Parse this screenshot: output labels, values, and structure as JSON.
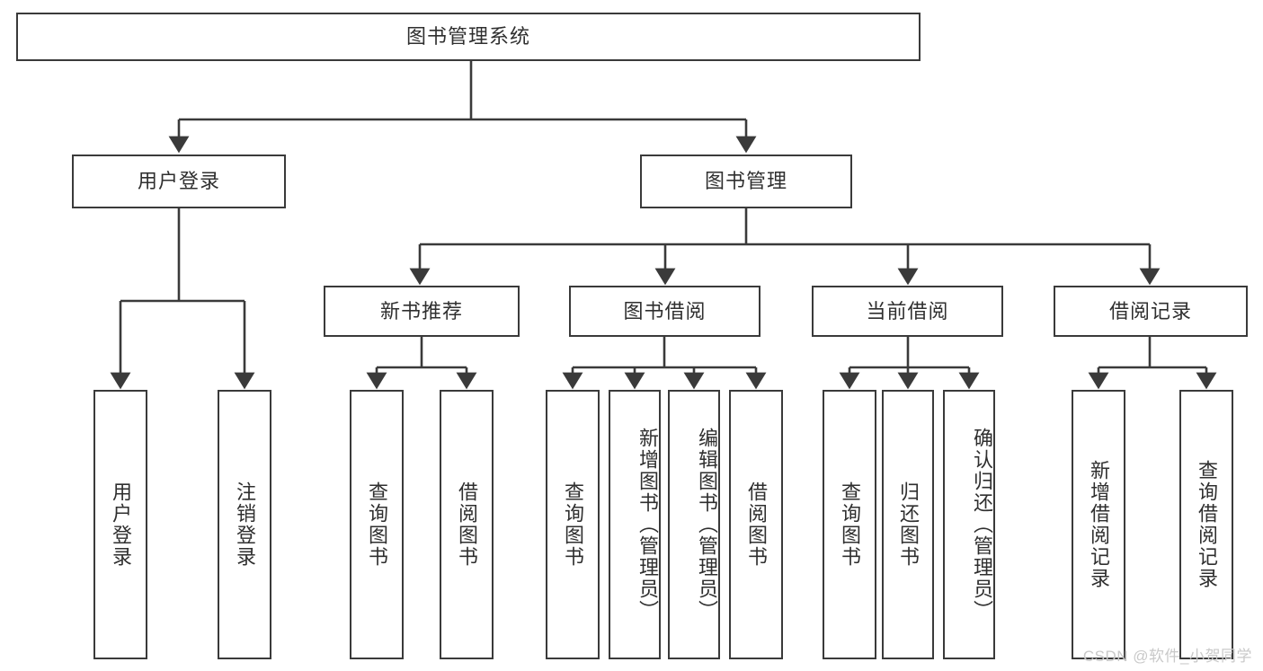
{
  "diagram": {
    "title": "图书管理系统",
    "type": "hierarchy-tree",
    "root": {
      "id": "root",
      "label": "图书管理系统"
    },
    "level2": [
      {
        "id": "user-login",
        "label": "用户登录"
      },
      {
        "id": "book-management",
        "label": "图书管理"
      }
    ],
    "level3": [
      {
        "id": "new-book-recommend",
        "label": "新书推荐"
      },
      {
        "id": "book-borrow",
        "label": "图书借阅"
      },
      {
        "id": "current-borrow",
        "label": "当前借阅"
      },
      {
        "id": "borrow-record",
        "label": "借阅记录"
      }
    ],
    "leaves": {
      "user_login": [
        {
          "id": "leaf-user-login",
          "label": "用户登录"
        },
        {
          "id": "leaf-logout",
          "label": "注销登录"
        }
      ],
      "new_book_recommend": [
        {
          "id": "leaf-query-book-1",
          "label": "查询图书"
        },
        {
          "id": "leaf-borrow-book-1",
          "label": "借阅图书"
        }
      ],
      "book_borrow": [
        {
          "id": "leaf-query-book-2",
          "label": "查询图书"
        },
        {
          "id": "leaf-add-book-admin",
          "label": "新增图书（管理员）"
        },
        {
          "id": "leaf-edit-book-admin",
          "label": "编辑图书（管理员）"
        },
        {
          "id": "leaf-borrow-book-2",
          "label": "借阅图书"
        }
      ],
      "current_borrow": [
        {
          "id": "leaf-query-book-3",
          "label": "查询图书"
        },
        {
          "id": "leaf-return-book",
          "label": "归还图书"
        },
        {
          "id": "leaf-confirm-return-admin",
          "label": "确认归还（管理员）"
        }
      ],
      "borrow_record": [
        {
          "id": "leaf-add-borrow-record",
          "label": "新增借阅记录"
        },
        {
          "id": "leaf-query-borrow-record",
          "label": "查询借阅记录"
        }
      ]
    },
    "watermark": "CSDN @软件_小贺同学",
    "colors": {
      "border": "#3a3a3a",
      "text": "#2f2f2f",
      "background": "#ffffff",
      "watermark": "#c9c9c9"
    }
  }
}
